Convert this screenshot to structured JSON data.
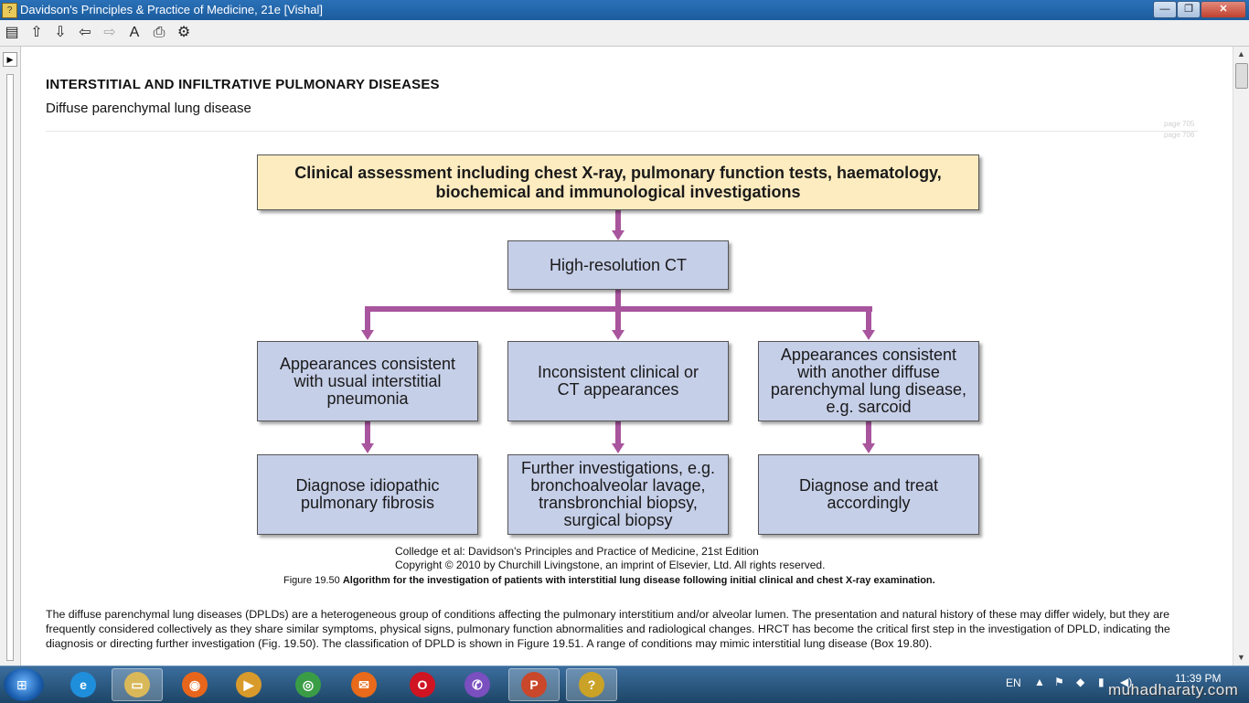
{
  "window": {
    "title": "Davidson's Principles & Practice of Medicine, 21e [Vishal]",
    "controls": {
      "minimize": "—",
      "maximize": "❐",
      "close": "✕"
    }
  },
  "toolbar": {
    "buttons": [
      {
        "name": "contents-toggle",
        "icon": "▤"
      },
      {
        "name": "previous-topic",
        "icon": "⇧"
      },
      {
        "name": "next-topic",
        "icon": "⇩"
      },
      {
        "name": "back",
        "icon": "⇦"
      },
      {
        "name": "forward",
        "icon": "⇨"
      },
      {
        "name": "font-size",
        "icon": "A"
      },
      {
        "name": "print",
        "icon": "⎙"
      },
      {
        "name": "options",
        "icon": "⚙"
      }
    ]
  },
  "page": {
    "chapter_title": "INTERSTITIAL AND INFILTRATIVE PULMONARY DISEASES",
    "section_title": "Diffuse parenchymal lung disease",
    "page_marks": [
      "page 705",
      "page 706"
    ]
  },
  "figure": {
    "top_box": "Clinical assessment including chest X-ray, pulmonary function tests, haematology,\nbiochemical and immunological investigations",
    "hrct_box": "High-resolution CT",
    "middle_boxes": [
      "Appearances consistent\nwith usual interstitial\npneumonia",
      "Inconsistent clinical or\nCT appearances",
      "Appearances consistent\nwith another diffuse\nparenchymal lung disease,\ne.g. sarcoid"
    ],
    "bottom_boxes": [
      "Diagnose idiopathic\npulmonary fibrosis",
      "Further investigations, e.g.\nbronchoalveolar lavage,\ntransbronchial biopsy,\nsurgical biopsy",
      "Diagnose and treat\naccordingly"
    ],
    "credit_line1": "Colledge et al: Davidson's Principles and Practice of Medicine, 21st Edition",
    "credit_line2": "Copyright © 2010 by Churchill Livingstone, an imprint of Elsevier, Ltd. All rights reserved.",
    "caption_label": "Figure 19.50",
    "caption_text": "Algorithm for the investigation of patients with interstitial lung disease following initial clinical and chest X-ray examination."
  },
  "body_text": "The diffuse parenchymal lung diseases (DPLDs) are a heterogeneous group of conditions affecting the pulmonary interstitium and/or alveolar lumen. The presentation and natural history of these may differ widely, but they are frequently considered collectively as they share similar symptoms, physical signs, pulmonary function abnormalities and radiological changes. HRCT has become the critical first step in the investigation of DPLD, indicating the diagnosis or directing further investigation (Fig. 19.50). The classification of DPLD is shown in Figure 19.51. A range of conditions may mimic interstitial lung disease (Box 19.80).",
  "taskbar": {
    "apps": [
      {
        "name": "internet-explorer",
        "glyph": "e",
        "color": "#1f8fdc"
      },
      {
        "name": "file-explorer",
        "glyph": "▭",
        "color": "#d9b85a"
      },
      {
        "name": "firefox",
        "glyph": "◉",
        "color": "#e8661c"
      },
      {
        "name": "media-player",
        "glyph": "▶",
        "color": "#d89a2a"
      },
      {
        "name": "chrome",
        "glyph": "◎",
        "color": "#3a9d46"
      },
      {
        "name": "mail",
        "glyph": "✉",
        "color": "#e86a1a"
      },
      {
        "name": "opera",
        "glyph": "O",
        "color": "#d01422"
      },
      {
        "name": "viber",
        "glyph": "✆",
        "color": "#7a4fbf"
      },
      {
        "name": "powerpoint",
        "glyph": "P",
        "color": "#c9472a"
      },
      {
        "name": "help-viewer",
        "glyph": "?",
        "color": "#c9a227"
      }
    ],
    "lang": "EN",
    "clock_time": "11:39 PM"
  },
  "watermark": "muhadharaty.com"
}
